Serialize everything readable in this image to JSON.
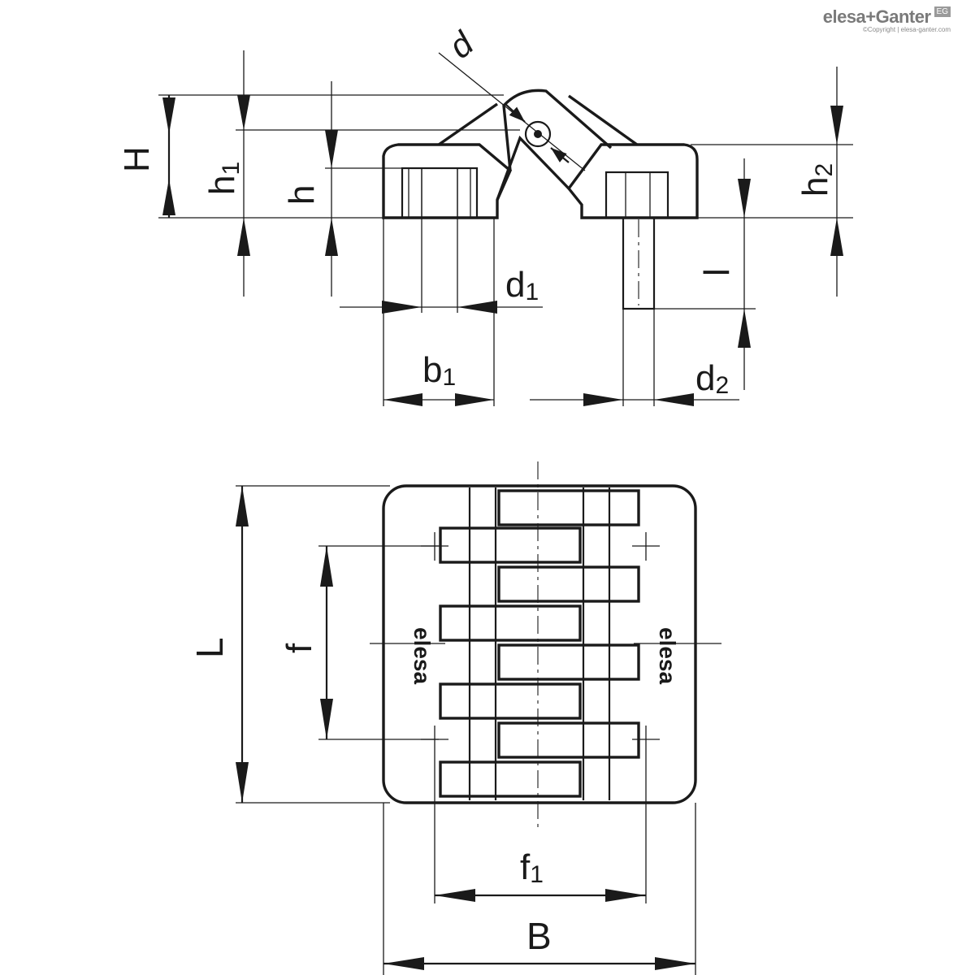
{
  "brand": {
    "name": "elesa+Ganter",
    "badge": "EG",
    "copyright": "©Copyright | elesa-ganter.com"
  },
  "labels": {
    "H": "H",
    "h1_main": "h",
    "h1_sub": "1",
    "h": "h",
    "d": "d",
    "h2_main": "h",
    "h2_sub": "2",
    "d1_main": "d",
    "d1_sub": "1",
    "l": "l",
    "b1_main": "b",
    "b1_sub": "1",
    "d2_main": "d",
    "d2_sub": "2",
    "L": "L",
    "f": "f",
    "f1_main": "f",
    "f1_sub": "1",
    "B": "B",
    "logo_left": "elesa",
    "logo_right": "elesa"
  },
  "colors": {
    "ink": "#1a1a1a",
    "brand_grey": "#7a7a7a"
  }
}
